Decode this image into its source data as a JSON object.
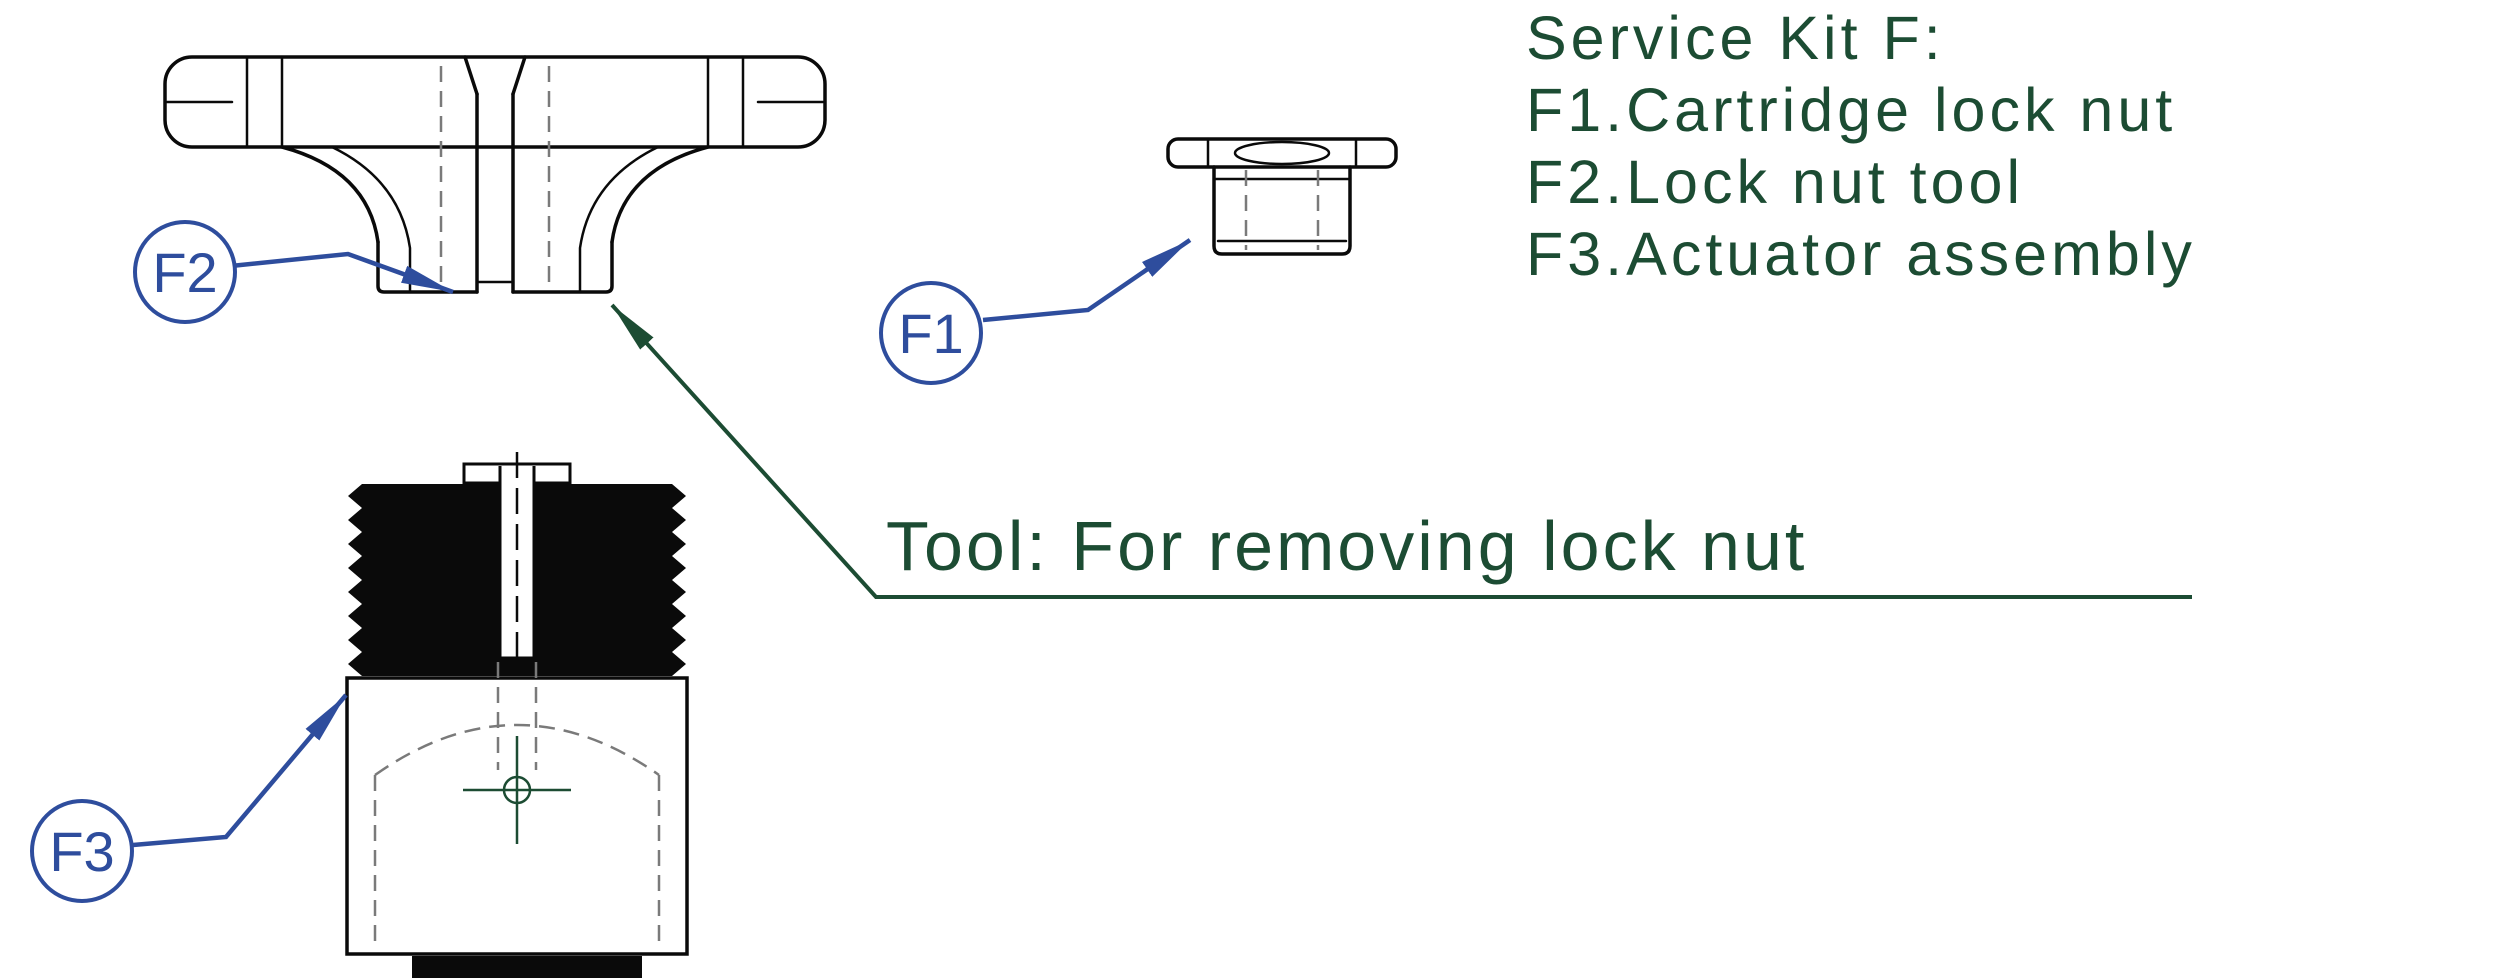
{
  "colors": {
    "balloon_blue": "#2e4d9d",
    "text_green": "#1c4c33",
    "line_black": "#0a0a0a",
    "hidden_line_gray": "#7a7a7a"
  },
  "legend": {
    "title": "Service Kit F:",
    "items": [
      {
        "label": "F1.Cartridge lock nut"
      },
      {
        "label": "F2.Lock nut tool"
      },
      {
        "label": "F3.Actuator assembly"
      }
    ]
  },
  "caption": {
    "text": "Tool: For removing lock nut"
  },
  "balloons": {
    "f1": "F1",
    "f2": "F2",
    "f3": "F3"
  }
}
